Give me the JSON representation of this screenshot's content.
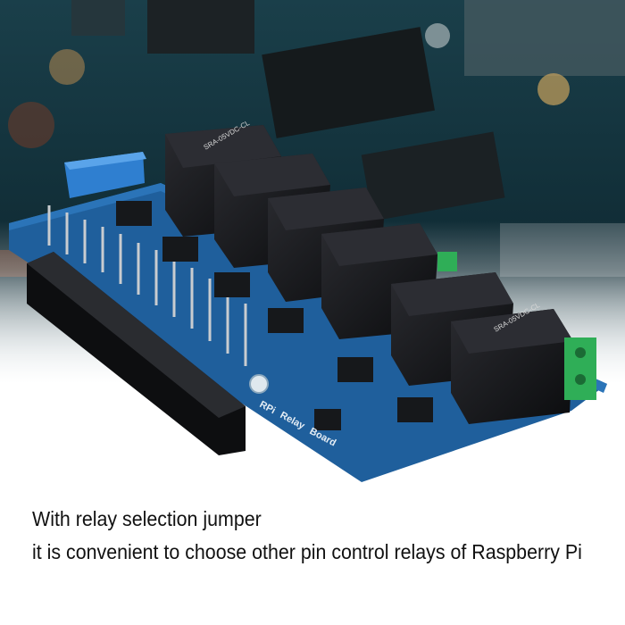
{
  "photo": {
    "board_label_1": "RPi",
    "board_label_2": "Relay",
    "board_label_3": "Board",
    "relay_marking": "SRA-05VDC-CL",
    "relay_count": 6,
    "colors": {
      "pcb_blue": "#1f5f9c",
      "relay_black": "#141518",
      "terminal_green": "#2fae57",
      "jumper_blue": "#2f7fd0",
      "background_board": "#12303a"
    }
  },
  "caption": {
    "line1": "With relay selection jumper",
    "line2": "it is convenient to choose other pin control relays of Raspberry Pi"
  }
}
